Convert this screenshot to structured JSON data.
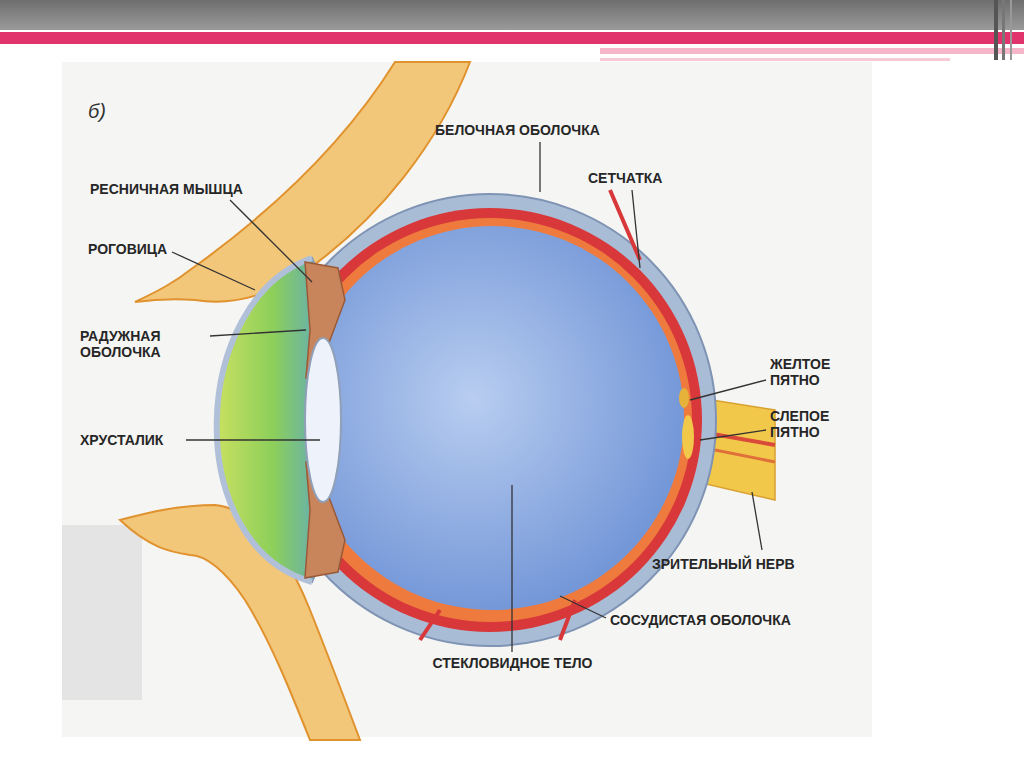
{
  "diagram": {
    "labels": [
      "б)",
      "БЕЛОЧНАЯ ОБОЛОЧКА",
      "РЕСНИЧНАЯ МЫШЦА",
      "СЕТЧАТКА",
      "РОГОВИЦА",
      "РАДУЖНАЯ ОБОЛОЧКА",
      "ЖЕЛТОЕ ПЯТНО",
      "СЛЕПОЕ ПЯТНО",
      "ХРУСТАЛИК",
      "ЗРИТЕЛЬНЫЙ НЕРВ",
      "СОСУДИСТАЯ ОБОЛОЧКА",
      "СТЕКЛОВИДНОЕ ТЕЛО"
    ]
  }
}
